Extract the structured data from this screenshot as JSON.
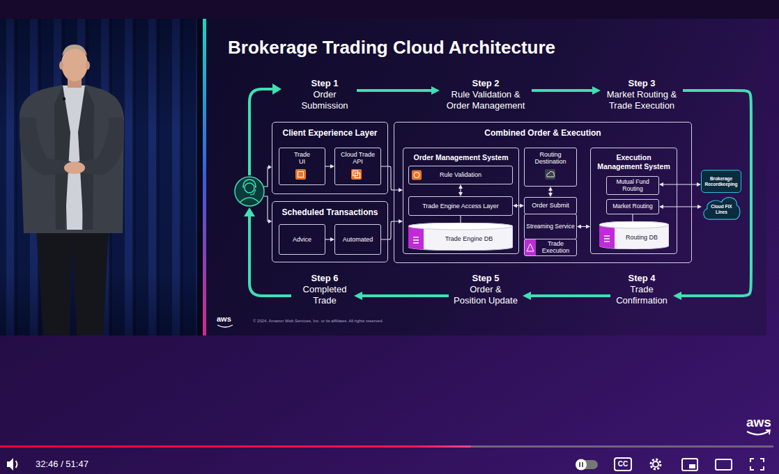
{
  "diagram": {
    "title": "Brokerage Trading Cloud Architecture",
    "nodes": [
      {
        "text": [
          "Step 1",
          "Order Submission"
        ]
      },
      {
        "text": [
          "Step 2",
          "Rule Validation & Order Management"
        ]
      },
      {
        "text": [
          "Step 3",
          "Market Routing & Trade Execution"
        ]
      },
      {
        "text": [
          "Client Experience Layer"
        ]
      },
      {
        "text": [
          "Trade UI"
        ],
        "in": 3
      },
      {
        "text": [
          "Cloud Trade API"
        ],
        "in": 3
      },
      {
        "text": [
          "Scheduled Transactions"
        ]
      },
      {
        "text": [
          "Advice"
        ],
        "in": 6
      },
      {
        "text": [
          "Automated"
        ],
        "in": 6
      },
      {
        "text": [
          "Combined Order & Execution"
        ]
      },
      {
        "text": [
          "Order Management System"
        ],
        "in": 9
      },
      {
        "text": [
          "Rule Validation"
        ],
        "in": 10
      },
      {
        "text": [
          "Trade Engine Access Layer"
        ],
        "in": 10
      },
      {
        "text": [
          "Trade Engine DB"
        ],
        "in": 10
      },
      {
        "text": [
          "Routing Destination"
        ],
        "in": 9
      },
      {
        "text": [
          "Order Submit"
        ],
        "in": 9
      },
      {
        "text": [
          "Streaming Service"
        ],
        "in": 9
      },
      {
        "text": [
          "Trade Execution"
        ],
        "in": 9
      },
      {
        "text": [
          "Execution Management System"
        ],
        "in": 9
      },
      {
        "text": [
          "Mutual Fund Routing"
        ],
        "in": 18
      },
      {
        "text": [
          "Market Routing"
        ],
        "in": 18
      },
      {
        "text": [
          "Routing DB"
        ],
        "in": 18
      },
      {
        "text": [
          "Brokerage Recordkeeping"
        ]
      },
      {
        "text": [
          "Cloud FIX Lines"
        ]
      },
      {
        "text": [
          "Step 4",
          "Trade Confirmation"
        ]
      },
      {
        "text": [
          "Step 5",
          "Order & Position Update"
        ]
      },
      {
        "text": [
          "Step 6",
          "Completed Trade"
        ]
      }
    ],
    "edges": [
      {
        "from": 0,
        "to": 1,
        "arrow": "to"
      },
      {
        "from": 1,
        "to": 2,
        "arrow": "to"
      },
      {
        "from": 2,
        "to": 24,
        "arrow": "to"
      },
      {
        "from": 24,
        "to": 25,
        "arrow": "to"
      },
      {
        "from": 25,
        "to": 26,
        "arrow": "to"
      },
      {
        "from": 4,
        "to": 5,
        "arrow": "to"
      },
      {
        "from": 7,
        "to": 8,
        "arrow": "to"
      },
      {
        "from": 5,
        "to": 10,
        "arrow": "to"
      },
      {
        "from": 8,
        "to": 10,
        "arrow": "to"
      },
      {
        "from": 11,
        "to": 12,
        "arrow": "both"
      },
      {
        "from": 12,
        "to": 13,
        "arrow": "none"
      },
      {
        "from": 12,
        "to": 15,
        "arrow": "both"
      },
      {
        "from": 14,
        "to": 15,
        "arrow": "both"
      },
      {
        "from": 16,
        "to": 18,
        "arrow": "both"
      },
      {
        "from": 19,
        "to": 22,
        "arrow": "both"
      },
      {
        "from": 20,
        "to": 23,
        "arrow": "both"
      },
      {
        "from": 20,
        "to": 21,
        "arrow": "none"
      }
    ],
    "labels": [
      "aws",
      "© 2024, Amazon Web Services, Inc. or its affiliates. All rights reserved.",
      "32:46 / 51:47",
      "CC",
      "aws"
    ]
  }
}
